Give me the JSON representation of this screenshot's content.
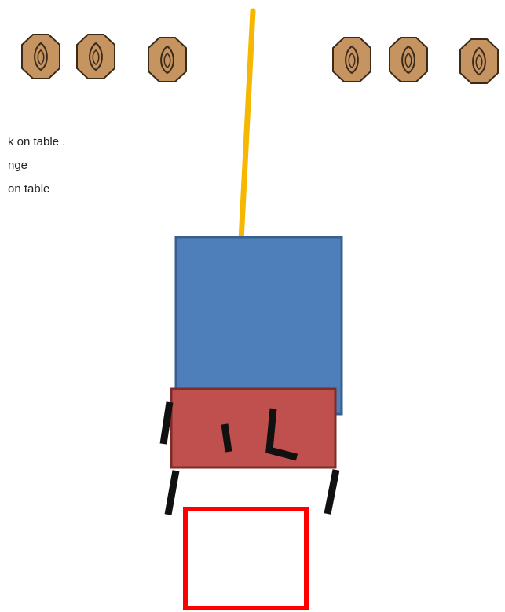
{
  "notes": [
    "k on  table .",
    "nge",
    "on table"
  ],
  "colors": {
    "background": "#ffffff",
    "token_fill": "#c59461",
    "token_stroke": "#3a2a1a",
    "rope": "#f5b700",
    "blue_block": "#4f7fba",
    "blue_block_border": "#37608f",
    "red_block": "#c0504d",
    "red_block_border": "#7d2c2a",
    "legs": "#111111",
    "target_outline": "#ff0000"
  },
  "icons": {
    "tokens": [
      "nut-token-icon",
      "nut-token-icon",
      "nut-token-icon",
      "nut-token-icon",
      "nut-token-icon",
      "nut-token-icon"
    ]
  }
}
